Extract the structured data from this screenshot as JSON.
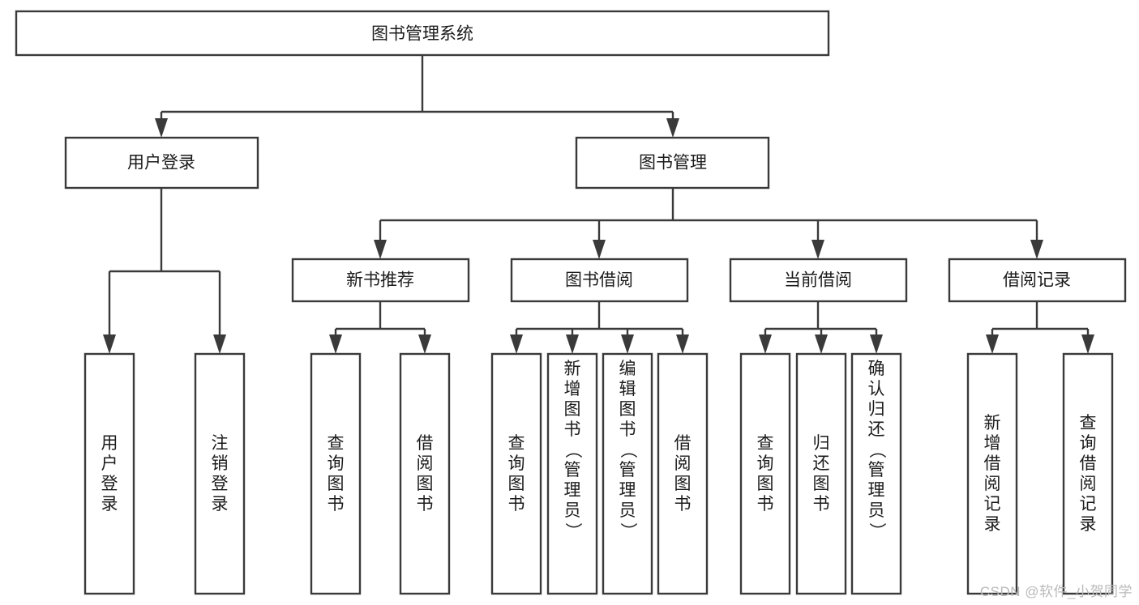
{
  "diagram": {
    "type": "tree-hierarchy",
    "title": "图书管理系统",
    "orientation": "top-down",
    "colors": {
      "stroke": "#3a3a3a",
      "box_fill": "#ffffff",
      "text": "#1b1b1b",
      "background": "#ffffff",
      "watermark": "#b9b9b9"
    },
    "watermark": "CSDN @软件_小贺同学",
    "nodes": {
      "root": {
        "label": "图书管理系统",
        "level": 1
      },
      "level2": [
        {
          "id": "user-login",
          "label": "用户登录"
        },
        {
          "id": "book-manage",
          "label": "图书管理"
        }
      ],
      "level3": [
        {
          "id": "new-book-rec",
          "label": "新书推荐"
        },
        {
          "id": "book-borrow",
          "label": "图书借阅"
        },
        {
          "id": "current-borrow",
          "label": "当前借阅"
        },
        {
          "id": "borrow-record",
          "label": "借阅记录"
        }
      ],
      "leaves": {
        "user-login": [
          {
            "id": "leaf-user-login",
            "label": "用户登录"
          },
          {
            "id": "leaf-user-logout",
            "label": "注销登录"
          }
        ],
        "new-book-rec": [
          {
            "id": "leaf-query-book-1",
            "label": "查询图书"
          },
          {
            "id": "leaf-borrow-book-1",
            "label": "借阅图书"
          }
        ],
        "book-borrow": [
          {
            "id": "leaf-query-book-2",
            "label": "查询图书"
          },
          {
            "id": "leaf-add-book",
            "label": "新增图书（管理员）"
          },
          {
            "id": "leaf-edit-book",
            "label": "编辑图书（管理员）"
          },
          {
            "id": "leaf-borrow-book-2",
            "label": "借阅图书"
          }
        ],
        "current-borrow": [
          {
            "id": "leaf-query-book-3",
            "label": "查询图书"
          },
          {
            "id": "leaf-return-book",
            "label": "归还图书"
          },
          {
            "id": "leaf-confirm-return",
            "label": "确认归还（管理员）"
          }
        ],
        "borrow-record": [
          {
            "id": "leaf-add-record",
            "label": "新增借阅记录"
          },
          {
            "id": "leaf-query-record",
            "label": "查询借阅记录"
          }
        ]
      }
    }
  }
}
